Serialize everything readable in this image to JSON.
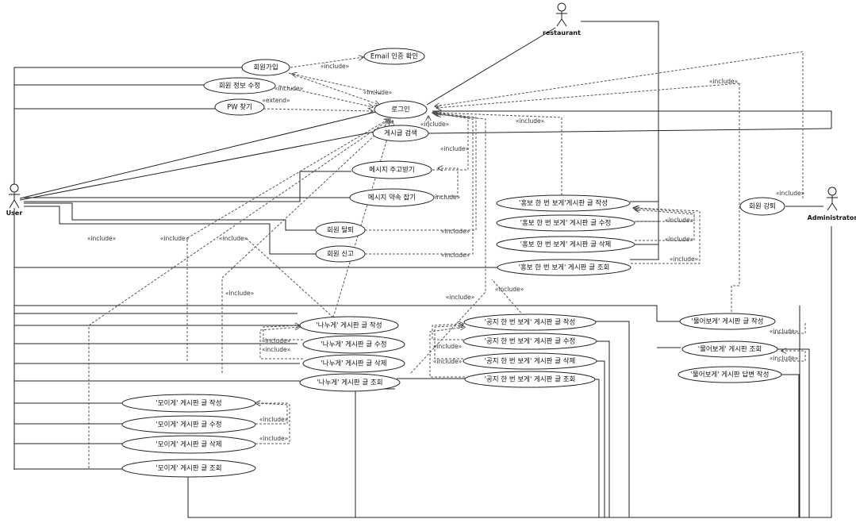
{
  "actors": {
    "user": "User",
    "restaurant": "restaurant",
    "admin": "Administrator"
  },
  "stereotypes": {
    "include": "«include»",
    "extend": "«extend»"
  },
  "use_cases": {
    "signup": "회원가입",
    "email": "Email 인증 확인",
    "edit_info": "회원 정보 수정",
    "pw": "PW 찾기",
    "login": "로그인",
    "search": "게시글 검색",
    "message": "메시지 주고받기",
    "appointment": "메시지 약속 잡기",
    "withdraw": "회원 탈퇴",
    "report": "회원 신고",
    "kick": "회원 강퇴",
    "promo_write": "'홍보 한 번 보게'게시판 글 작성",
    "promo_edit": "'홍보 한 번 보게' 게시판 글 수정",
    "promo_delete": "'홍보 한 번 보게' 게시판 글 삭제",
    "promo_view": "'홍보 한 번 보게' 게시판 글 조회",
    "share_write": "'나누게' 게시판 글 작성",
    "share_edit": "'나누게' 게시판 글 수정",
    "share_delete": "'나누게' 게시판 글 삭제",
    "share_view": "'나누게' 게시판 글 조회",
    "notice_write": "'공지 한 번 보게' 게시판 글 작성",
    "notice_edit": "'공지 한 번 보게' 게시판 글 수정",
    "notice_delete": "'공지 한 번 보게' 게시판 글 삭제",
    "notice_view": "'공지 한 번 보게' 게시판 글 조회",
    "qna_write": "'물어보게' 게시판 글 작성",
    "qna_view": "'물어보게' 게시판 조회",
    "qna_answer": "'물어보게' 게시판 답변 작성",
    "gather_write": "'모이게' 게시판 글 작성",
    "gather_edit": "'모이게' 게시판 글 수정",
    "gather_delete": "'모이게' 게시판 글 삭제",
    "gather_view": "'모이게' 게시판 글 조회"
  }
}
